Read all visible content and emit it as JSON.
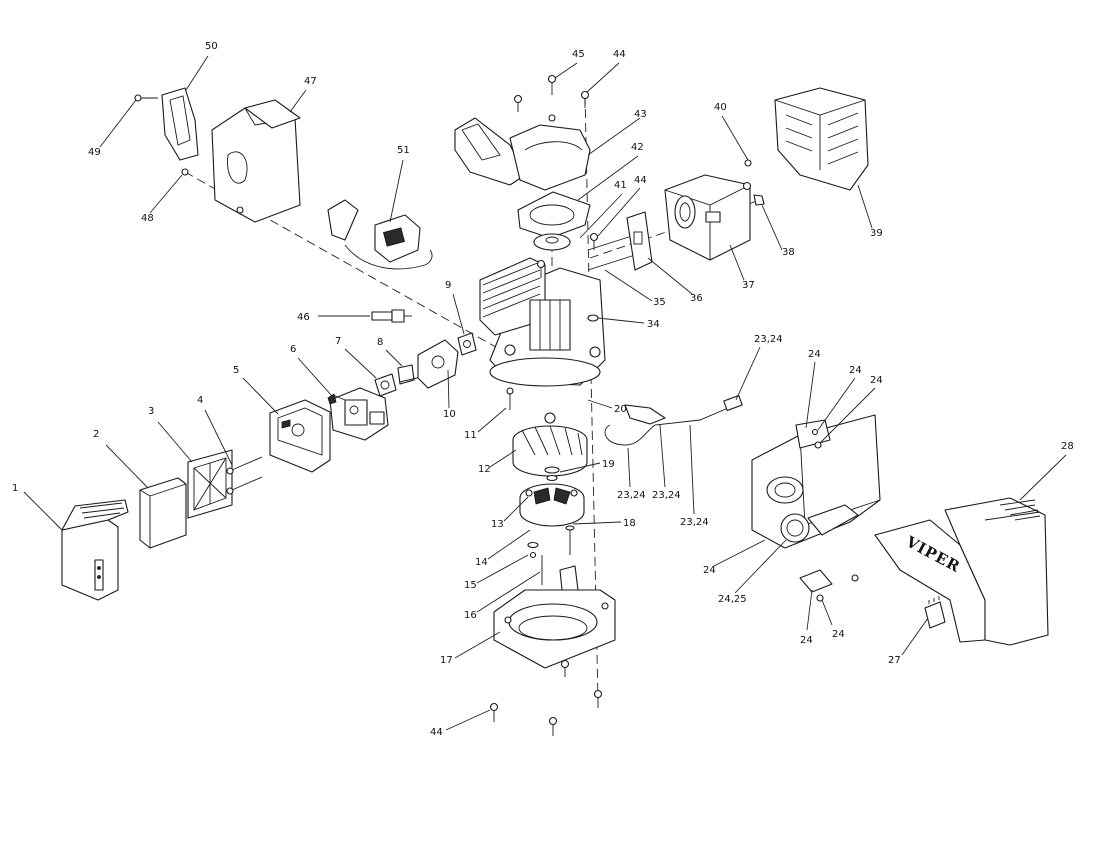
{
  "diagram": {
    "type": "exploded-parts-view",
    "brand_marking": "VIPER",
    "callouts": [
      {
        "id": "c1",
        "label": "1"
      },
      {
        "id": "c2",
        "label": "2"
      },
      {
        "id": "c3",
        "label": "3"
      },
      {
        "id": "c4",
        "label": "4"
      },
      {
        "id": "c5",
        "label": "5"
      },
      {
        "id": "c6",
        "label": "6"
      },
      {
        "id": "c7",
        "label": "7"
      },
      {
        "id": "c8",
        "label": "8"
      },
      {
        "id": "c9",
        "label": "9"
      },
      {
        "id": "c10",
        "label": "10"
      },
      {
        "id": "c11",
        "label": "11"
      },
      {
        "id": "c12",
        "label": "12"
      },
      {
        "id": "c13",
        "label": "13"
      },
      {
        "id": "c14",
        "label": "14"
      },
      {
        "id": "c15",
        "label": "15"
      },
      {
        "id": "c16",
        "label": "16"
      },
      {
        "id": "c17",
        "label": "17"
      },
      {
        "id": "c18",
        "label": "18"
      },
      {
        "id": "c19",
        "label": "19"
      },
      {
        "id": "c20",
        "label": "20"
      },
      {
        "id": "c23a",
        "label": "23,24"
      },
      {
        "id": "c23b",
        "label": "23,24"
      },
      {
        "id": "c23c",
        "label": "23,24"
      },
      {
        "id": "c23d",
        "label": "23,24"
      },
      {
        "id": "c24a",
        "label": "24"
      },
      {
        "id": "c24b",
        "label": "24"
      },
      {
        "id": "c24c",
        "label": "24"
      },
      {
        "id": "c24d",
        "label": "24"
      },
      {
        "id": "c24e",
        "label": "24"
      },
      {
        "id": "c24f",
        "label": "24"
      },
      {
        "id": "c2425",
        "label": "24,25"
      },
      {
        "id": "c27",
        "label": "27"
      },
      {
        "id": "c28",
        "label": "28"
      },
      {
        "id": "c34",
        "label": "34"
      },
      {
        "id": "c35",
        "label": "35"
      },
      {
        "id": "c36",
        "label": "36"
      },
      {
        "id": "c37",
        "label": "37"
      },
      {
        "id": "c38",
        "label": "38"
      },
      {
        "id": "c39",
        "label": "39"
      },
      {
        "id": "c40",
        "label": "40"
      },
      {
        "id": "c41",
        "label": "41"
      },
      {
        "id": "c42",
        "label": "42"
      },
      {
        "id": "c43",
        "label": "43"
      },
      {
        "id": "c44a",
        "label": "44"
      },
      {
        "id": "c44b",
        "label": "44"
      },
      {
        "id": "c44c",
        "label": "44"
      },
      {
        "id": "c45",
        "label": "45"
      },
      {
        "id": "c46",
        "label": "46"
      },
      {
        "id": "c47",
        "label": "47"
      },
      {
        "id": "c48",
        "label": "48"
      },
      {
        "id": "c49",
        "label": "49"
      },
      {
        "id": "c50",
        "label": "50"
      },
      {
        "id": "c51",
        "label": "51"
      }
    ]
  }
}
